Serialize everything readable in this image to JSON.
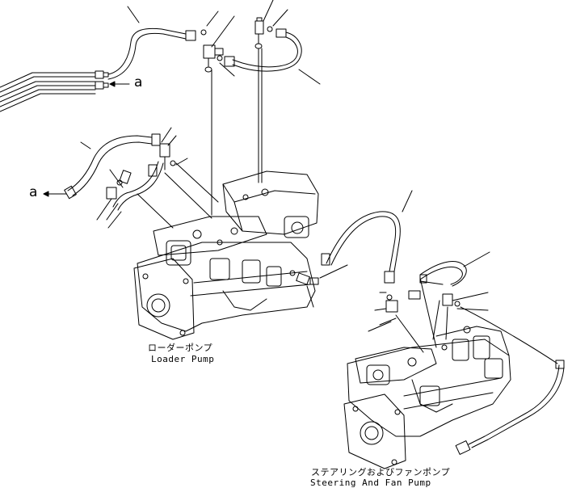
{
  "loader_pump": {
    "label_jp": "ローダーポンプ",
    "label_en": "Loader Pump"
  },
  "steering_fan_pump": {
    "label_jp": "ステアリングおよびファンポンプ",
    "label_en": "Steering And Fan Pump"
  },
  "markers": {
    "a_upper": "a",
    "a_lower": "a"
  },
  "colors": {
    "ink": "#000000",
    "paper": "#ffffff"
  }
}
